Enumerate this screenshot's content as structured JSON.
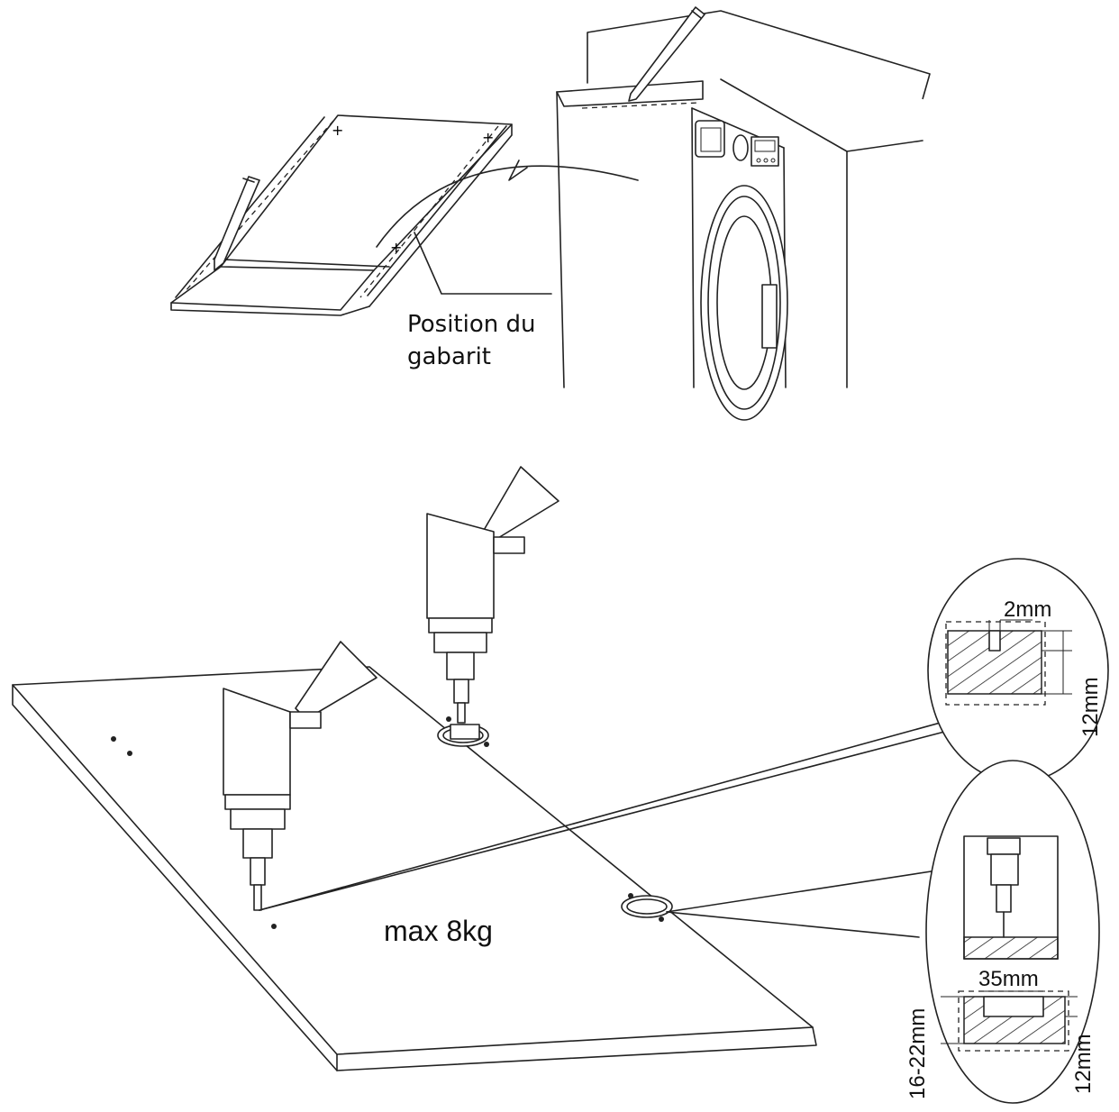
{
  "labels": {
    "template_position_line1": "Position du",
    "template_position_line2": "gabarit",
    "max_weight": "max 8kg"
  },
  "dimensions": {
    "screw_depth_top": "2mm",
    "screw_height_top": "12mm",
    "hinge_cup_diameter": "35mm",
    "panel_thickness": "16-22mm",
    "hinge_cup_depth": "12mm"
  }
}
